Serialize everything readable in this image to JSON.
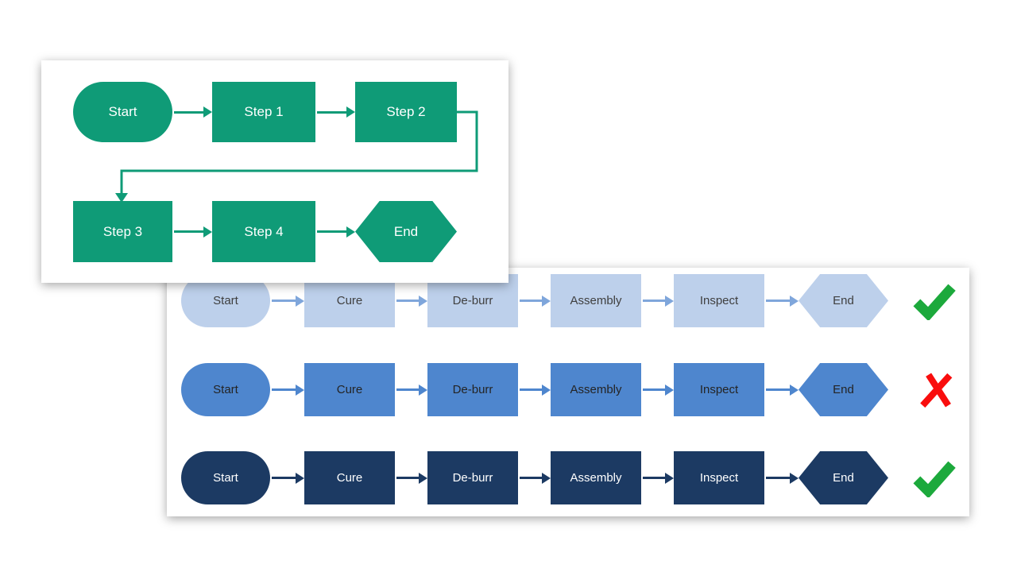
{
  "colors": {
    "green": "#0F9B77",
    "light_blue": "#BDD0EB",
    "light_arrow": "#7FA6DB",
    "medium_blue": "#4E86CE",
    "navy": "#1C3A63",
    "check_green": "#1CA93C",
    "cross_red": "#F90D0D",
    "light_text": "#3F3F3F",
    "medium_text": "#242424",
    "white_text": "#FFFFFF"
  },
  "top_panel": {
    "shapes": [
      "Start",
      "Step 1",
      "Step 2",
      "Step 3",
      "Step 4",
      "End"
    ]
  },
  "bottom_panel": {
    "steps": [
      "Start",
      "Cure",
      "De-burr",
      "Assembly",
      "Inspect",
      "End"
    ],
    "rows": [
      {
        "style": "light-blue",
        "result": "correct"
      },
      {
        "style": "medium-blue",
        "result": "incorrect"
      },
      {
        "style": "dark-navy",
        "result": "correct"
      }
    ]
  }
}
